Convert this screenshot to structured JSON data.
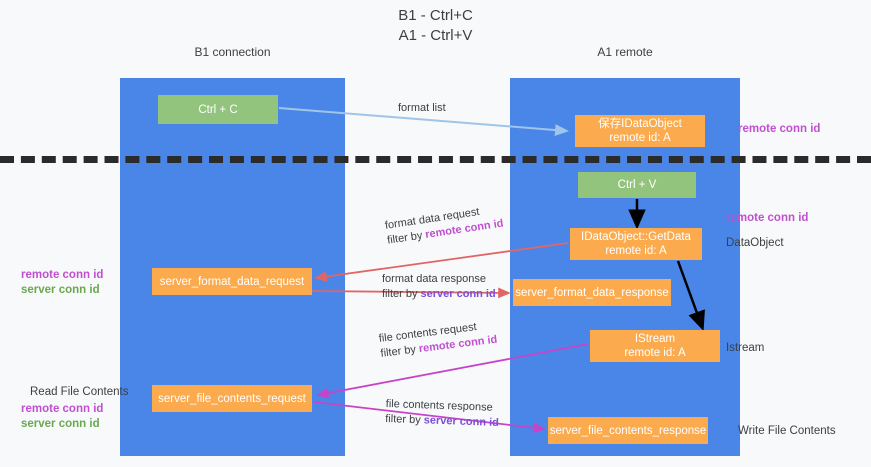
{
  "title": "B1 - Ctrl+C\nA1 - Ctrl+V",
  "columns": [
    {
      "id": "b1",
      "name": "B1",
      "role": "connection",
      "header": "B1\nconnection"
    },
    {
      "id": "a1",
      "name": "A1",
      "role": "remote",
      "header": "A1\nremote"
    }
  ],
  "nodes": {
    "ctrl_c": {
      "label": "Ctrl + C",
      "color": "#93c47d",
      "lane": "b1",
      "kind": "key"
    },
    "save_idataobject": {
      "line1": "保存IDataObject",
      "line2": "remote id: A",
      "color": "#fbab4e",
      "lane": "a1"
    },
    "ctrl_v": {
      "label": "Ctrl + V",
      "color": "#93c47d",
      "lane": "a1",
      "kind": "key"
    },
    "getdata": {
      "line1": "IDataObject::GetData",
      "line2": "remote id: A",
      "color": "#fbab4e",
      "lane": "a1"
    },
    "server_format_data_request": {
      "label": "server_format_data_request",
      "color": "#fbab4e",
      "lane": "b1"
    },
    "server_format_data_response": {
      "label": "server_format_data_response",
      "color": "#fbab4e",
      "lane": "a1"
    },
    "istream": {
      "line1": "IStream",
      "line2": "remote id: A",
      "color": "#fbab4e",
      "lane": "a1"
    },
    "server_file_contents_request": {
      "label": "server_file_contents_request",
      "color": "#fbab4e",
      "lane": "b1"
    },
    "server_file_contents_response": {
      "label": "server_file_contents_response",
      "color": "#fbab4e",
      "lane": "a1"
    }
  },
  "edges": {
    "format_list": {
      "text": "format list",
      "color": "#9fc5e8"
    },
    "format_data_request": {
      "line1": "format data request",
      "line2_prefix": "filter by ",
      "line2_highlight": "remote conn id",
      "color": "#e06666"
    },
    "format_data_response": {
      "line1": "format data response",
      "line2_prefix": "filter by ",
      "line2_highlight": "server conn id",
      "color": "#e06666"
    },
    "file_contents_request": {
      "line1": "file contents request",
      "line2_prefix": "filter by ",
      "line2_highlight": "remote conn id",
      "color": "#c744c7"
    },
    "file_contents_response": {
      "line1": "file contents response",
      "line2_prefix": "filter by ",
      "line2_highlight": "server conn id",
      "color": "#c744c7"
    }
  },
  "annotations": {
    "right": [
      {
        "text": "remote conn id",
        "style": "remote"
      },
      {
        "text": "remote conn id",
        "style": "remote"
      },
      {
        "text": "DataObject",
        "style": "plain"
      },
      {
        "text": "Istream",
        "style": "plain"
      },
      {
        "text": "Write File Contents",
        "style": "plain"
      }
    ],
    "left": [
      {
        "line1": "remote conn id",
        "line2": "server conn id"
      },
      {
        "text": "Read File Contents"
      },
      {
        "line1": "remote conn id",
        "line2": "server conn id"
      }
    ]
  },
  "colors": {
    "lane": "#4a86e8",
    "green": "#93c47d",
    "orange": "#fbab4e",
    "remote_conn_id": "#c050d0",
    "server_conn_id": "#6aa84f",
    "red_arrow": "#e06666",
    "magenta_arrow": "#c744c7",
    "blue_arrow": "#9fc5e8",
    "separator": "#2b2b2b",
    "background": "#f8f9fa"
  }
}
